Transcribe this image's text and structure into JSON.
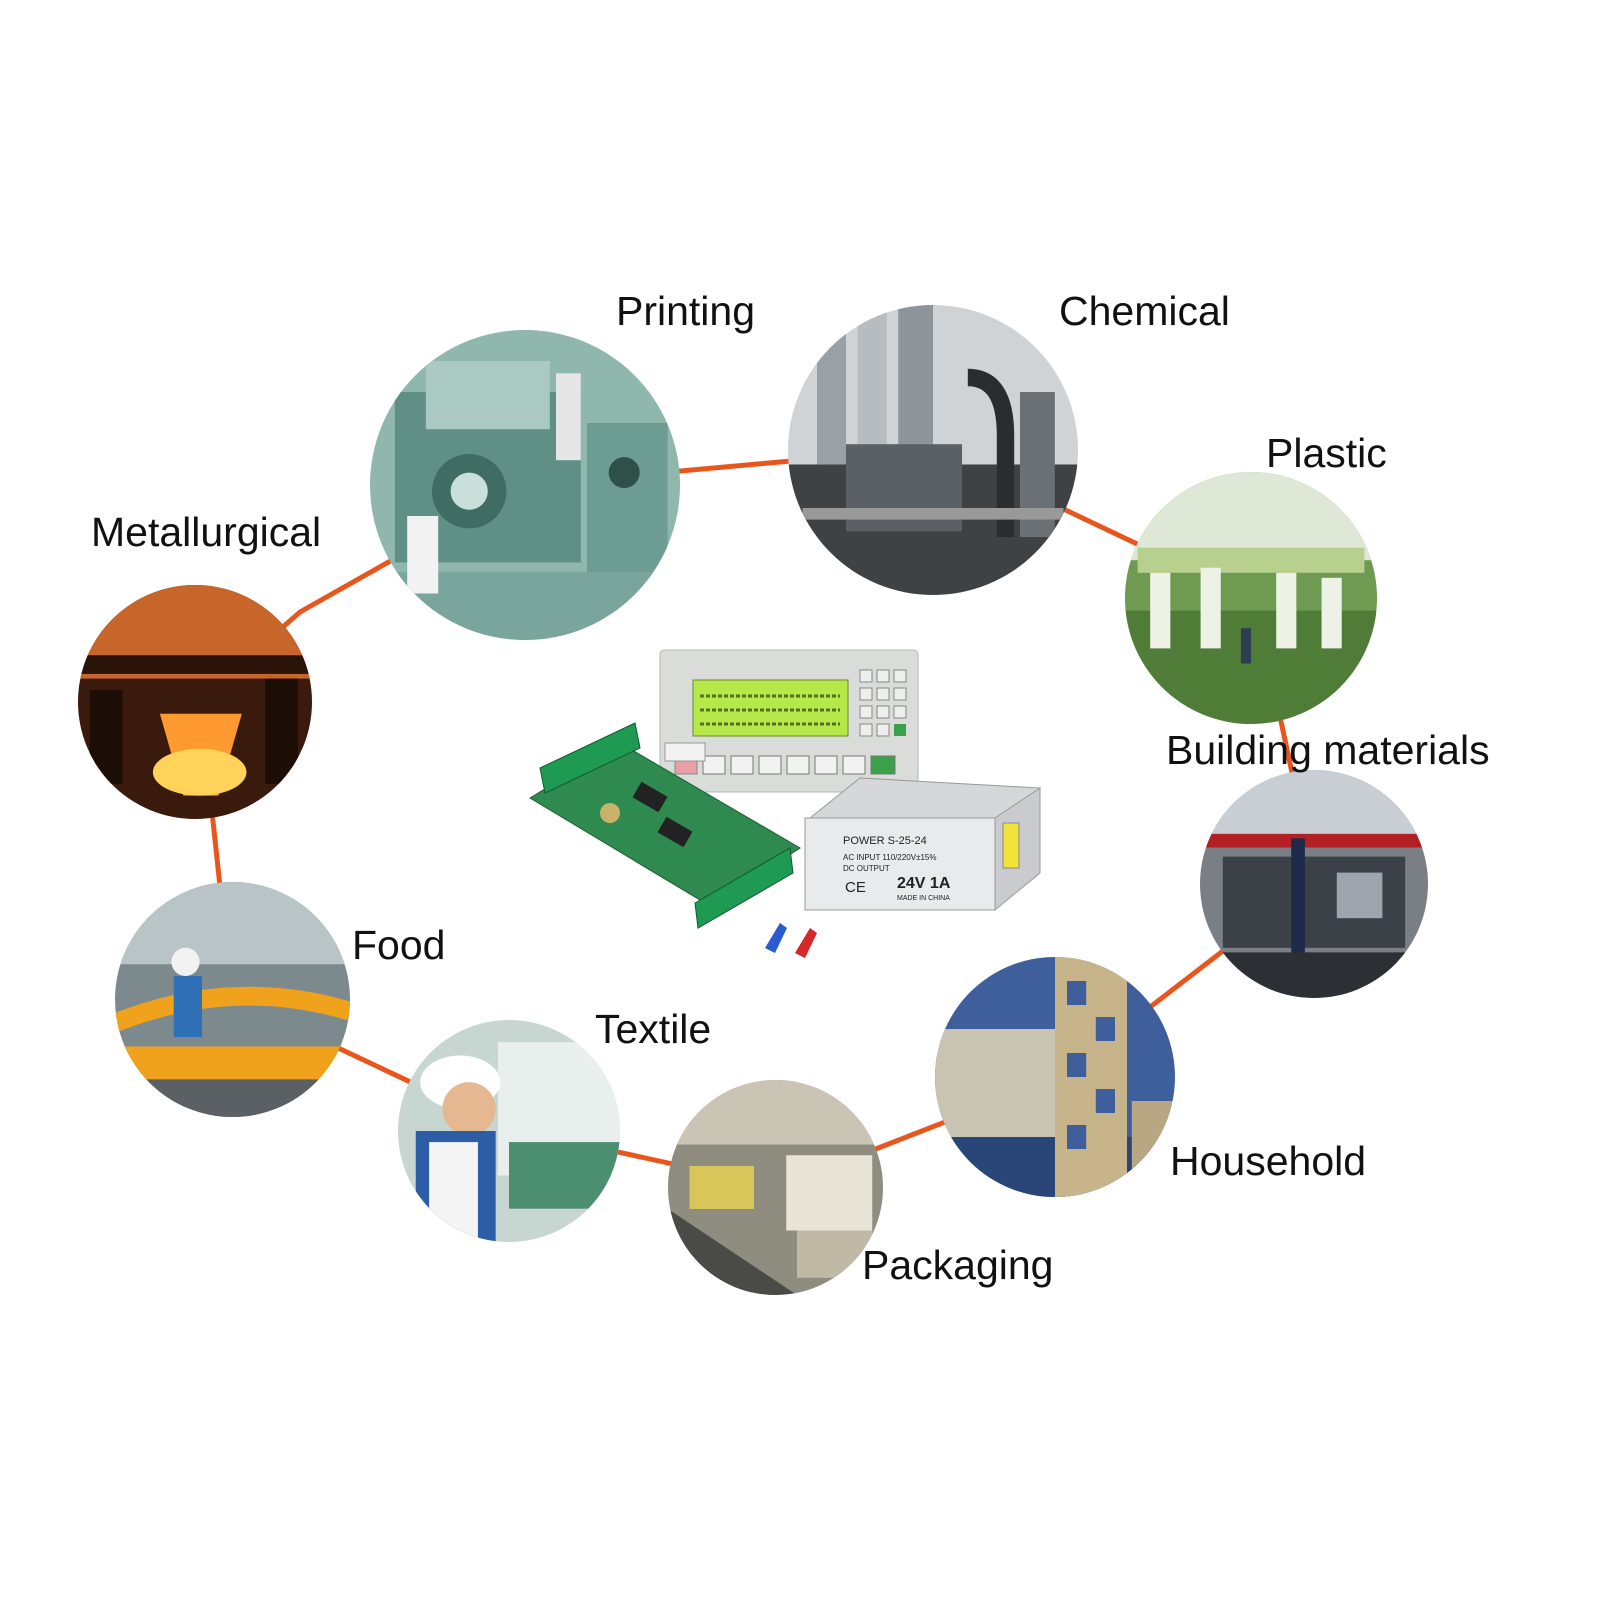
{
  "labels": {
    "printing": "Printing",
    "chemical": "Chemical",
    "plastic": "Plastic",
    "metallurgical": "Metallurgical",
    "building": "Building materials",
    "food": "Food",
    "textile": "Textile",
    "household": "Household",
    "packaging": "Packaging"
  },
  "device": {
    "psu_power": "POWER S-25-24",
    "psu_ac": "AC INPUT  110/220V±15%",
    "psu_dc": "DC OUTPUT",
    "psu_rating": "24V 1A",
    "psu_origin": "MADE IN CHINA",
    "psu_ce": "CE"
  },
  "colors": {
    "ring": "#e8561e",
    "lcd": "#b6e84a",
    "pcb": "#2e8a4e",
    "terminal": "#1e9a52"
  }
}
